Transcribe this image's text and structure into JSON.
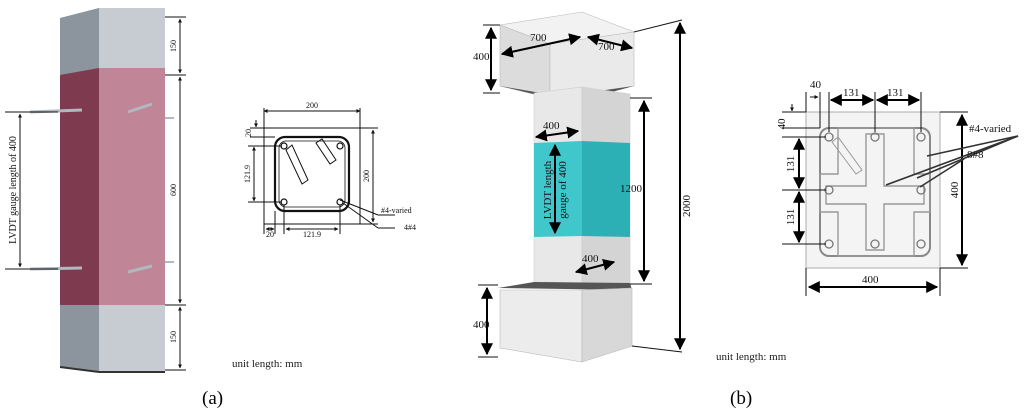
{
  "panel_a": {
    "panel_label": "(a)",
    "unit_note": "unit length: mm",
    "lvdt_label": "LVDT gauge length of 400",
    "dims": {
      "top_block": "150",
      "middle": "600",
      "bottom_block": "150",
      "width": "200",
      "cover_top": "20",
      "inner_height": "121.9",
      "height": "200",
      "cover_bottom": "20",
      "inner_width": "121.9"
    },
    "rebar": {
      "stirrup": "#4-varied",
      "long": "4#4"
    },
    "colors": {
      "grip": "#c7cdd3",
      "specimen": "#9f4a62",
      "specimen_light": "#c4899b"
    }
  },
  "panel_b": {
    "panel_label": "(b)",
    "unit_note": "unit length: mm",
    "lvdt_label_1": "LVDT length",
    "lvdt_label_2": "gauge of 400",
    "dims": {
      "block_width_1": "700",
      "block_width_2": "700",
      "block_height_top": "400",
      "column_width": "400",
      "column_depth": "400",
      "column_height": "1200",
      "total_height": "2000",
      "block_height_bottom": "400",
      "cover_x": "40",
      "spacing_1": "131",
      "spacing_2": "131",
      "cover_y": "40",
      "spacing_v1": "131",
      "spacing_v2": "131",
      "section_height": "400",
      "section_width": "400"
    },
    "rebar": {
      "stirrup": "#4-varied",
      "long": "8#8"
    },
    "colors": {
      "block": "#e6e6e6",
      "lvdt_zone": "#36c6cb"
    }
  }
}
